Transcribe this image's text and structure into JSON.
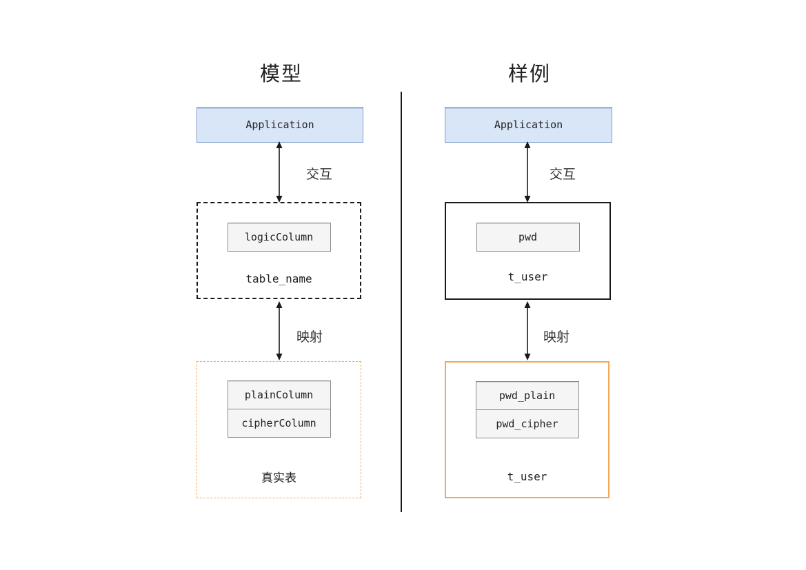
{
  "left": {
    "title": "模型",
    "application_label": "Application",
    "interaction_label": "交互",
    "mapping_label": "映射",
    "logic_table": {
      "fields": [
        "logicColumn"
      ],
      "name": "table_name"
    },
    "real_table": {
      "fields": [
        "plainColumn",
        "cipherColumn"
      ],
      "name": "真实表"
    }
  },
  "right": {
    "title": "样例",
    "application_label": "Application",
    "interaction_label": "交互",
    "mapping_label": "映射",
    "logic_table": {
      "fields": [
        "pwd"
      ],
      "name": "t_user"
    },
    "real_table": {
      "fields": [
        "pwd_plain",
        "pwd_cipher"
      ],
      "name": "t_user"
    }
  },
  "colors": {
    "application_fill": "#d9e6f7",
    "application_border": "#7f9dc6",
    "field_fill": "#f5f5f5",
    "field_border": "#8a8a8a",
    "logic_box_border": "#1a1a1a",
    "real_box_border": "#f5a855",
    "arrow": "#1a1a1a"
  }
}
